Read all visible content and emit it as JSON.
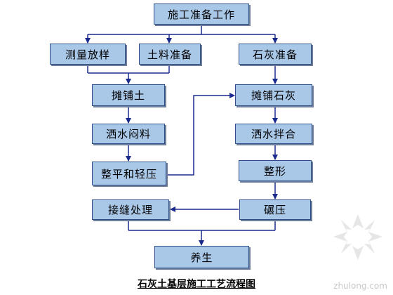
{
  "nodes": {
    "prep": "施工准备工作",
    "survey": "测量放样",
    "soil_prep": "土料准备",
    "lime_prep": "石灰准备",
    "spread_soil": "摊铺土",
    "water_smother": "洒水闷料",
    "level_press": "整平和轻压",
    "spread_lime": "摊铺石灰",
    "water_mix": "洒水拌合",
    "shaping": "整形",
    "joint": "接缝处理",
    "rolling": "碾压",
    "curing": "养生"
  },
  "caption": "石灰土基层施工工艺流程图",
  "watermark": "zhulong.com",
  "colors": {
    "box_fill": "#a9c8e8",
    "box_border": "#2b4f86",
    "arrow": "#1a2a8c"
  }
}
